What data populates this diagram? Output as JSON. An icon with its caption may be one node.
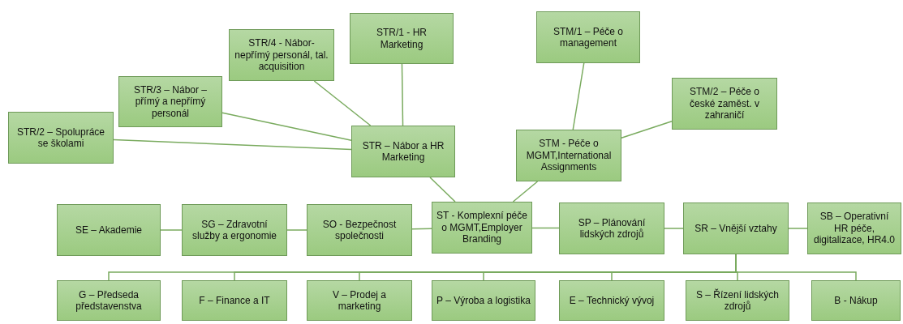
{
  "diagram": {
    "nodes": [
      {
        "text": [
          "STR/2 – Spolupráce se školami"
        ]
      },
      {
        "text": [
          "STR/3 – Nábor – přímý a nepřímý personál"
        ]
      },
      {
        "text": [
          "STR/4 - Nábor- nepřímý personál, tal. acquisition"
        ]
      },
      {
        "text": [
          "STR/1 - HR Marketing"
        ]
      },
      {
        "text": [
          "STM/1 – Péče o management"
        ]
      },
      {
        "text": [
          "STM/2 – Péče o české zaměst. v zahraničí"
        ]
      },
      {
        "text": [
          "STR – Nábor a HR Marketing"
        ]
      },
      {
        "text": [
          "STM - Péče o MGMT,International Assignments"
        ]
      },
      {
        "text": [
          "SE – Akademie"
        ]
      },
      {
        "text": [
          "SG – Zdravotní služby a ergonomie"
        ]
      },
      {
        "text": [
          "SO - Bezpečnost společnosti"
        ]
      },
      {
        "text": [
          "ST - Komplexní péče o MGMT,Employer Branding"
        ]
      },
      {
        "text": [
          "SP – Plánování lidských zdrojů"
        ]
      },
      {
        "text": [
          "SR – Vnější vztahy"
        ]
      },
      {
        "text": [
          "SB – Operativní HR péče, digitalizace, HR4.0"
        ]
      },
      {
        "text": [
          "G – Předseda představenstva"
        ]
      },
      {
        "text": [
          "F – Finance a IT"
        ]
      },
      {
        "text": [
          "V – Prodej a marketing"
        ]
      },
      {
        "text": [
          "P – Výroba a logistika"
        ]
      },
      {
        "text": [
          "E – Technický vývoj"
        ]
      },
      {
        "text": [
          "S – Řízení lidských zdrojů"
        ]
      },
      {
        "text": [
          "B - Nákup"
        ]
      }
    ],
    "edges": [
      {
        "from": 6,
        "to": 0,
        "arrow": "none"
      },
      {
        "from": 6,
        "to": 1,
        "arrow": "none"
      },
      {
        "from": 6,
        "to": 2,
        "arrow": "none"
      },
      {
        "from": 6,
        "to": 3,
        "arrow": "none"
      },
      {
        "from": 7,
        "to": 4,
        "arrow": "none"
      },
      {
        "from": 7,
        "to": 5,
        "arrow": "none"
      },
      {
        "from": 11,
        "to": 6,
        "arrow": "none"
      },
      {
        "from": 11,
        "to": 7,
        "arrow": "none"
      },
      {
        "from": 8,
        "to": 9,
        "arrow": "none"
      },
      {
        "from": 9,
        "to": 10,
        "arrow": "none"
      },
      {
        "from": 10,
        "to": 11,
        "arrow": "none"
      },
      {
        "from": 11,
        "to": 12,
        "arrow": "none"
      },
      {
        "from": 12,
        "to": 13,
        "arrow": "none"
      },
      {
        "from": 13,
        "to": 14,
        "arrow": "none"
      },
      {
        "from": 13,
        "to": 15,
        "arrow": "none"
      },
      {
        "from": 13,
        "to": 16,
        "arrow": "none"
      },
      {
        "from": 13,
        "to": 17,
        "arrow": "none"
      },
      {
        "from": 13,
        "to": 18,
        "arrow": "none"
      },
      {
        "from": 13,
        "to": 19,
        "arrow": "none"
      },
      {
        "from": 13,
        "to": 20,
        "arrow": "none"
      },
      {
        "from": 13,
        "to": 21,
        "arrow": "none"
      }
    ]
  }
}
